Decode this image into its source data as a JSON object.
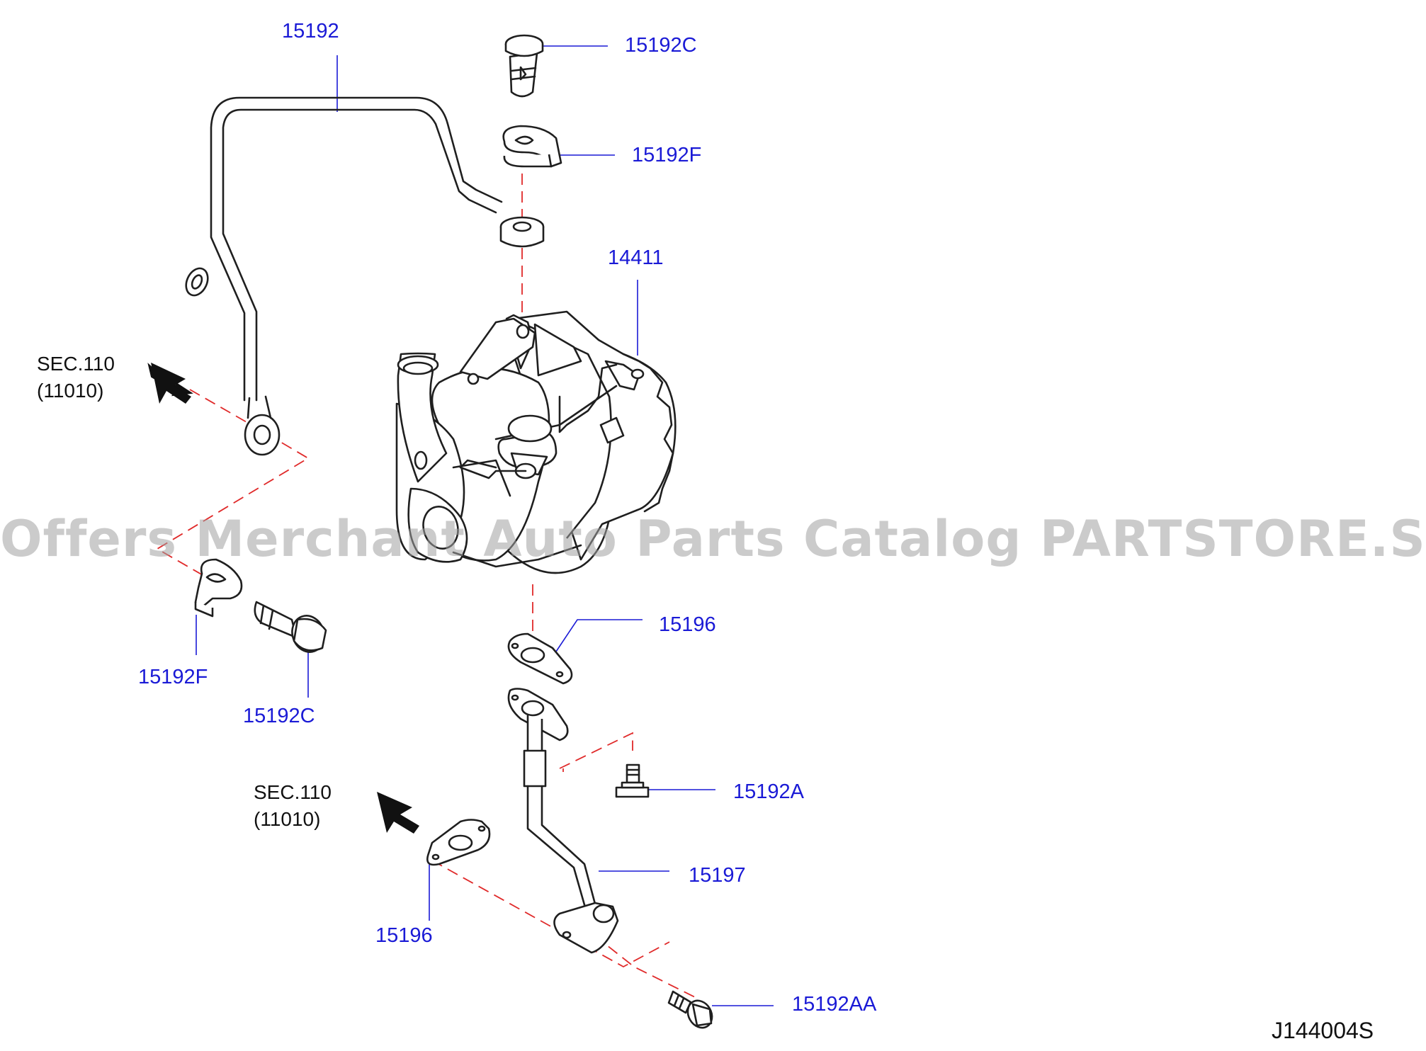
{
  "diagram": {
    "code": "J144004S",
    "watermark": "Offers Merchant Auto Parts Catalog PARTSTORE.SA",
    "references": [
      {
        "id": "ref-top",
        "section": "SEC.110",
        "code": "(11010)"
      },
      {
        "id": "ref-bottom",
        "section": "SEC.110",
        "code": "(11010)"
      }
    ],
    "parts": [
      {
        "key": "p15192",
        "number": "15192"
      },
      {
        "key": "p15192c_top",
        "number": "15192C"
      },
      {
        "key": "p15192f_top",
        "number": "15192F"
      },
      {
        "key": "p14411",
        "number": "14411"
      },
      {
        "key": "p15192f_left",
        "number": "15192F"
      },
      {
        "key": "p15192c_left",
        "number": "15192C"
      },
      {
        "key": "p15196_right",
        "number": "15196"
      },
      {
        "key": "p15192a",
        "number": "15192A"
      },
      {
        "key": "p15197",
        "number": "15197"
      },
      {
        "key": "p15196_bottom",
        "number": "15196"
      },
      {
        "key": "p15192aa",
        "number": "15192AA"
      }
    ]
  }
}
